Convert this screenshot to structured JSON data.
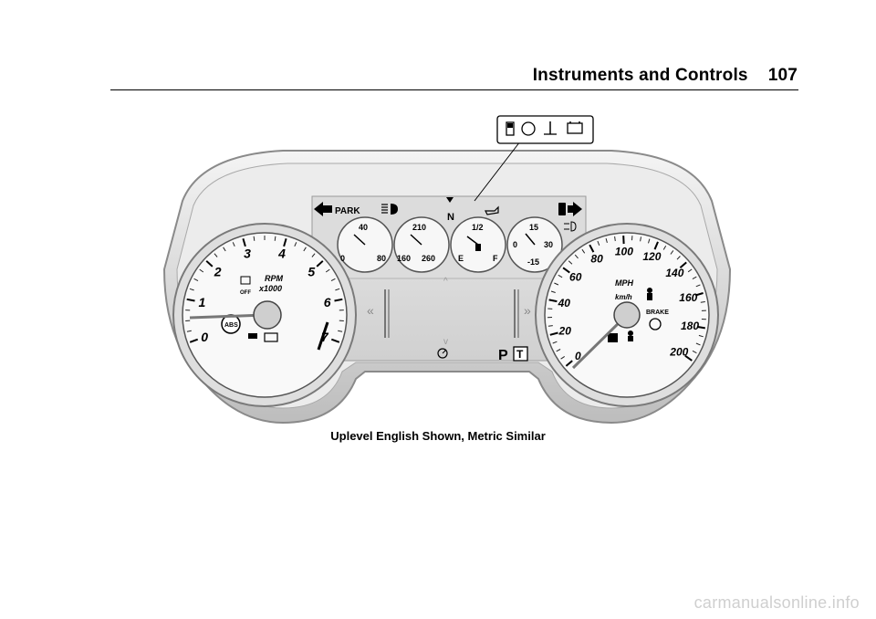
{
  "header": {
    "section_title": "Instruments and Controls",
    "page_number": "107"
  },
  "figure": {
    "caption": "Uplevel English Shown, Metric Similar",
    "callout_icons": [
      "fuel-icon",
      "traction-control-icon",
      "coolant-temp-icon",
      "battery-icon"
    ],
    "display": {
      "park_label": "PARK",
      "gear_n": "N",
      "gear_p": "P",
      "gear_t": "T",
      "gauges": [
        {
          "name": "oil-pressure",
          "top": "40",
          "left": "0",
          "right": "80"
        },
        {
          "name": "coolant-temp",
          "top": "210",
          "left": "160",
          "right": "260"
        },
        {
          "name": "fuel",
          "top": "1/2",
          "left": "E",
          "right": "F"
        },
        {
          "name": "voltage",
          "top": "15",
          "left": "0",
          "right": "30",
          "bottom": "-15"
        }
      ]
    },
    "tachometer": {
      "unit_line1": "RPM",
      "unit_line2": "x1000",
      "off_label": "OFF",
      "abs_label": "ABS",
      "ticks": [
        "0",
        "1",
        "2",
        "3",
        "4",
        "5",
        "6",
        "7"
      ]
    },
    "speedometer": {
      "unit_mph": "MPH",
      "unit_kmh": "km/h",
      "brake_label": "BRAKE",
      "ticks": [
        "0",
        "20",
        "40",
        "60",
        "80",
        "100",
        "120",
        "140",
        "160",
        "180",
        "200"
      ]
    }
  },
  "watermark": "carmanualsonline.info"
}
